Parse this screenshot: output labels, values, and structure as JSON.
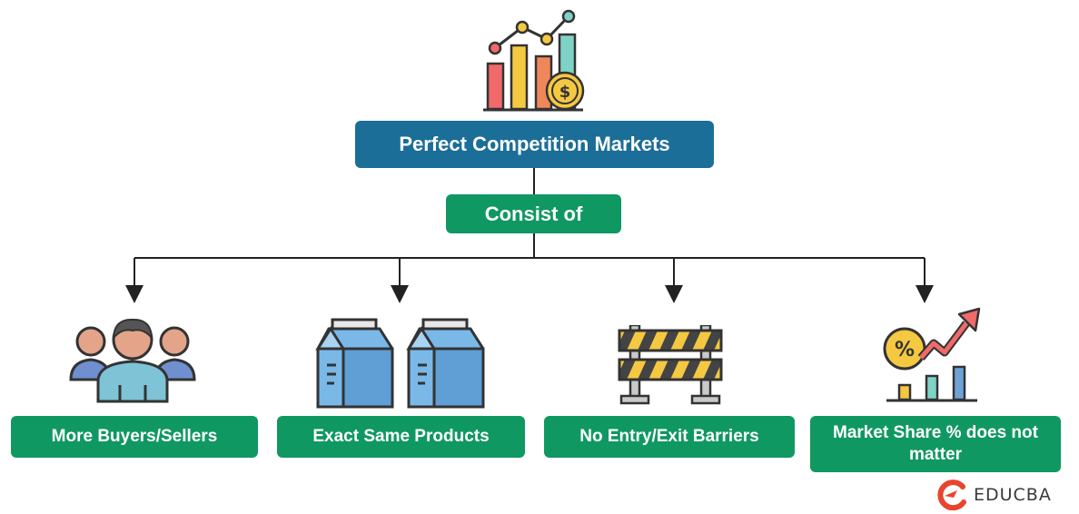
{
  "diagram": {
    "title": "Perfect Competition Markets",
    "connector": "Consist of",
    "items": [
      {
        "label": "More Buyers/Sellers",
        "icon": "people-group-icon"
      },
      {
        "label": "Exact Same Products",
        "icon": "product-cartons-icon"
      },
      {
        "label": "No Entry/Exit Barriers",
        "icon": "barrier-icon"
      },
      {
        "label": "Market Share % does not matter",
        "icon": "market-share-growth-icon"
      }
    ],
    "top_icon": "growth-chart-dollar-icon"
  },
  "branding": {
    "logo_text": "EDUCBA",
    "logo_icon": "educba-logo-icon"
  },
  "colors": {
    "title_bg": "#1b6e97",
    "green": "#109862",
    "line": "#222222"
  }
}
